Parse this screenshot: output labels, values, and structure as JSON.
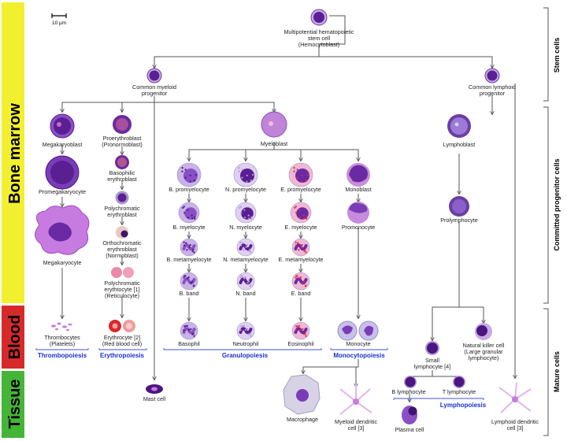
{
  "scale_bar": "10 µm",
  "zones": {
    "bone_marrow": "Bone marrow",
    "blood": "Blood",
    "tissue": "Tissue"
  },
  "stages": {
    "stem": "Stem cells",
    "committed": "Committed progenitor cells",
    "mature": "Mature cells"
  },
  "hsc": [
    "Multipotential hematopoietic",
    "stem cell",
    "(Hemocytoblast)"
  ],
  "cmp": [
    "Common myeloid",
    "progenitor"
  ],
  "clp": [
    "Common lymphoid",
    "progenitor"
  ],
  "mega": {
    "megakaryoblast": "Megakaryoblast",
    "promegakaryocyte": "Promegakaryocyte",
    "megakaryocyte": "Megakaryocyte",
    "thrombocytes": [
      "Thrombocytes",
      "(Platelets)"
    ]
  },
  "ery": {
    "proerythroblast": [
      "Proerythroblast",
      "(Pronormoblast)"
    ],
    "basophilic": [
      "Basophilic",
      "erythroblast"
    ],
    "polychromatic": [
      "Polychromatic",
      "erythroblast"
    ],
    "orthochromatic": [
      "Orthochromatic",
      "erythroblast",
      "(Normoblast)"
    ],
    "reticulocyte": [
      "Polychromatic",
      "erythtocyte [1]",
      "(Reticulocyte)"
    ],
    "erythrocyte": [
      "Erythrocyte [2]",
      "(Red blood cell)"
    ]
  },
  "myeloblast": "Myeloblast",
  "gran": {
    "b": [
      "B. promyelocyte",
      "B. myelocyte",
      "B. metamyelocyte",
      "B. band",
      "Basophil"
    ],
    "n": [
      "N. promyelocyte",
      "N. myelocyte",
      "N. metamyelocyte",
      "N. band",
      "Neutrophil"
    ],
    "e": [
      "E. promyelocyte",
      "E. myelocyte",
      "E. metamyelocyte",
      "E. band",
      "Eosinophil"
    ]
  },
  "mono": {
    "monoblast": "Monoblast",
    "promonocyte": "Promonocyte",
    "monocyte": "Monocyte",
    "macrophage": "Macrophage",
    "myeloid_dc": [
      "Myeloid dendritic",
      "cell [3]"
    ]
  },
  "mast": "Mast cell",
  "lymph": {
    "lymphoblast": "Lymphoblast",
    "prolymphocyte": "Prolymphocyte",
    "small": [
      "Small",
      "lymphocyte [4]"
    ],
    "nk": [
      "Natural killer cell",
      "(Large granular",
      "lymphocyte)"
    ],
    "b": "B lymphocyte",
    "t": "T lymphocyte",
    "plasma": "Plasma cell",
    "lymphoid_dc": [
      "Lymphoid dendritic",
      "cell [3]"
    ]
  },
  "groups": {
    "thrombopoiesis": "Thrombopoiesis",
    "erythropoiesis": "Erythropoiesis",
    "granulopoiesis": "Granulopoiesis",
    "monocytopoiesis": "Monocytopoiesis",
    "lymphopoiesis": "Lymphopoiesis"
  },
  "colors": {
    "marrow": "#f2f02e",
    "blood": "#d8292a",
    "tissue": "#44b536",
    "group_text": "#1a2fd1",
    "nucleus": "#5a1f93",
    "cytoplasm": "#b889d8"
  }
}
